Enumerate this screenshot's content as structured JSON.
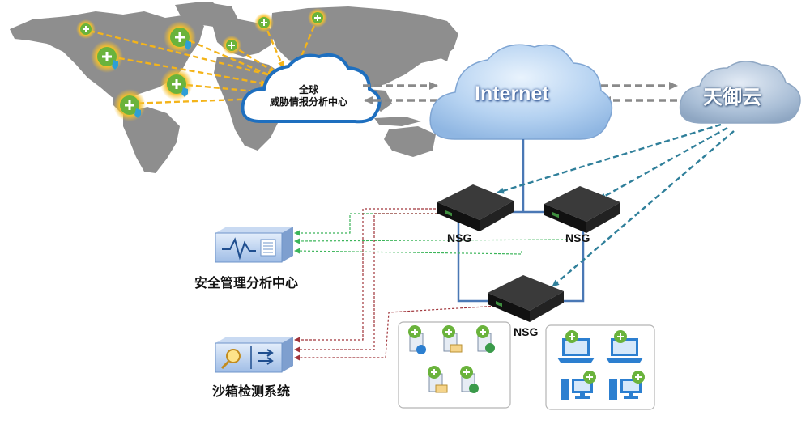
{
  "center": {
    "line1": "全球",
    "line2": "威胁情报分析中心"
  },
  "internet": {
    "label": "Internet"
  },
  "tianyu": {
    "label": "天御云"
  },
  "nsg": [
    {
      "label": "NSG"
    },
    {
      "label": "NSG"
    },
    {
      "label": "NSG"
    }
  ],
  "systems": {
    "security_center": "安全管理分析中心",
    "sandbox": "沙箱检测系统"
  },
  "colors": {
    "map": "#8e8e8e",
    "arrow_orange": "#f4b41a",
    "arrow_grey": "#8a8a8a",
    "arrow_teal": "#2f7f9a",
    "arrow_green": "#3cb55a",
    "arrow_red": "#a0343a",
    "line_blue": "#4a78b5",
    "cloud_blue": "#a8c9ee"
  }
}
